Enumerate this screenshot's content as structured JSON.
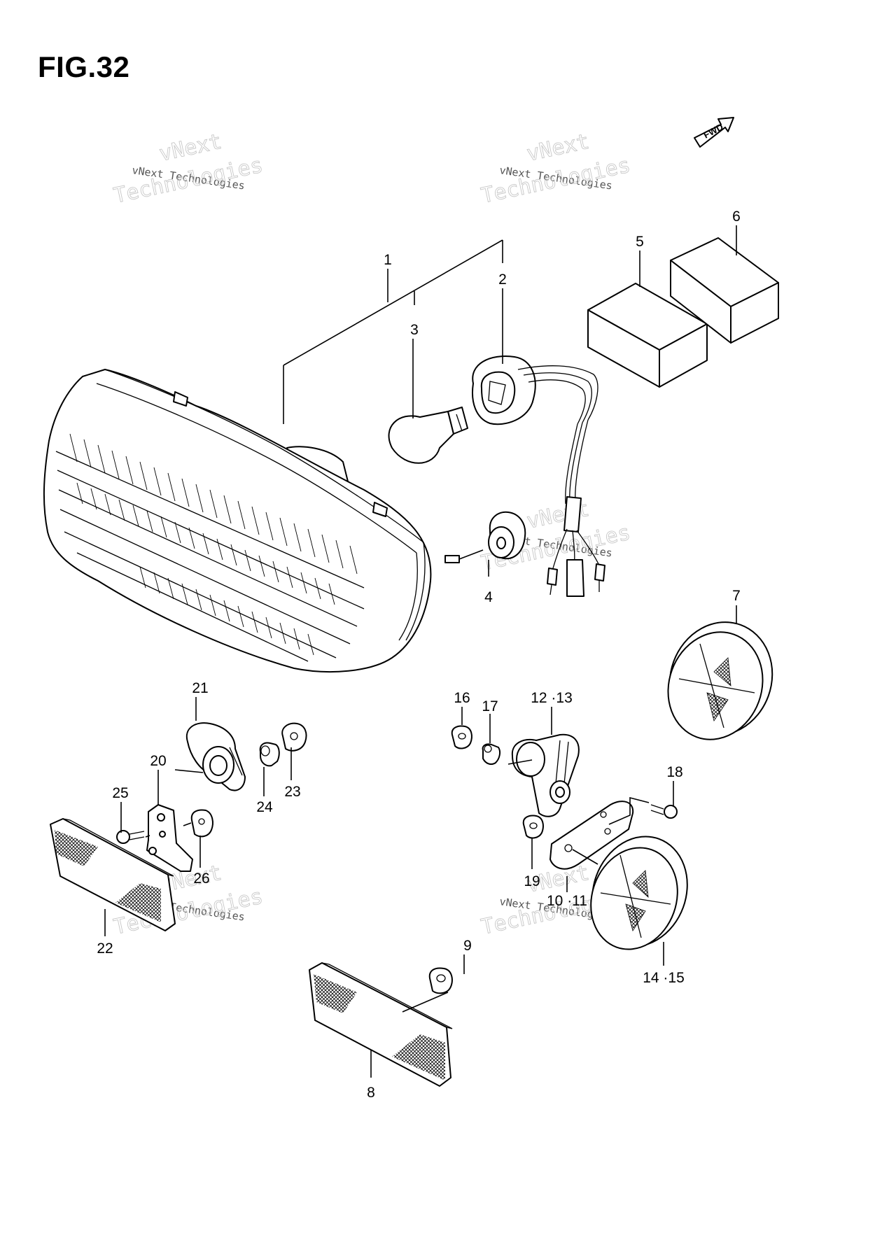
{
  "figure": {
    "title": "FIG.32"
  },
  "badge": {
    "text": "FWD"
  },
  "watermark": {
    "line1": "vNext",
    "line2": "vNext Technologies",
    "line3": "Technologies"
  },
  "callouts": {
    "c1": "1",
    "c2": "2",
    "c3": "3",
    "c4": "4",
    "c5": "5",
    "c6": "6",
    "c7": "7",
    "c8": "8",
    "c9": "9",
    "c10_11": "10 ·11",
    "c12_13": "12 ·13",
    "c14_15": "14 ·15",
    "c16": "16",
    "c17": "17",
    "c18": "18",
    "c19": "19",
    "c20": "20",
    "c21": "21",
    "c22": "22",
    "c23": "23",
    "c24": "24",
    "c25": "25",
    "c26": "26"
  }
}
